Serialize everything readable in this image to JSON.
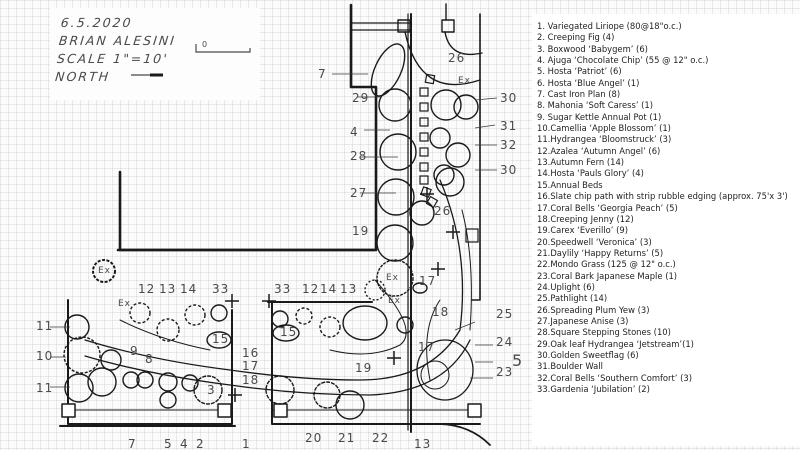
{
  "title_block": {
    "date": "6.5.2020",
    "client": "BRIAN ALESINI",
    "scale_label": "SCALE 1\"=10'",
    "north_label": "NORTH",
    "scale_bar_zero": "0"
  },
  "plan_labels": {
    "left_bed": [
      "11",
      "10",
      "11",
      "12",
      "13",
      "14",
      "33",
      "15",
      "9",
      "8",
      "16",
      "17",
      "18",
      "3",
      "7",
      "5",
      "4",
      "2",
      "1"
    ],
    "right_bed": [
      "33",
      "12",
      "14",
      "13",
      "15",
      "17",
      "18",
      "25",
      "24",
      "5",
      "23",
      "17",
      "19",
      "20",
      "21",
      "22",
      "13"
    ],
    "side_yard": [
      "7",
      "29",
      "4",
      "28",
      "27",
      "19",
      "26",
      "30",
      "31",
      "32",
      "30",
      "26",
      "Ex",
      "Ex",
      "Ex",
      "Ex"
    ]
  },
  "legend": {
    "items": [
      "1. Variegated Liriope (80@18\"o.c.)",
      "2. Creeping Fig (4)",
      "3. Boxwood ‘Babygem’ (6)",
      "4. Ajuga ‘Chocolate Chip’ (55 @ 12\" o.c.)",
      "5. Hosta ‘Patriot’ (6)",
      "6. Hosta ‘Blue Angel’ (1)",
      "7. Cast Iron Plan (8)",
      "8. Mahonia ‘Soft Caress’ (1)",
      "9. Sugar Kettle Annual Pot (1)",
      "10.Camellia ‘Apple Blossom’ (1)",
      "11.Hydrangea ‘Bloomstruck’ (3)",
      "12.Azalea ‘Autumn Angel’ (6)",
      "13.Autumn Fern (14)",
      "14.Hosta ‘Pauls Glory’ (4)",
      "15.Annual Beds",
      "16.Slate chip path with strip rubble edging (approx. 75'x 3')",
      "17.Coral Bells ‘Georgia Peach’ (5)",
      "18.Creeping Jenny (12)",
      "19.Carex ‘Everillo’ (9)",
      "20.Speedwell ‘Veronica’ (3)",
      "21.Daylily ‘Happy Returns’ (5)",
      "22.Mondo Grass (125 @ 12\" o.c.)",
      "23.Coral Bark Japanese Maple (1)",
      "24.Uplight (6)",
      "25.Pathlight (14)",
      "26.Spreading Plum Yew (3)",
      "27.Japanese Anise (3)",
      "28.Square Stepping Stones (10)",
      "29.Oak leaf Hydrangea ‘Jetstream’(1)",
      "30.Golden Sweetflag (6)",
      "31.Boulder Wall",
      "32.Coral Bells ‘Southern Comfort’ (3)",
      "33.Gardenia ‘Jubilation’ (2)"
    ]
  },
  "colors": {
    "ink": "#1a1a1a",
    "pencil": "#4a4a4a",
    "grid": "#e6e6e6",
    "paper": "#fbfbfb"
  }
}
